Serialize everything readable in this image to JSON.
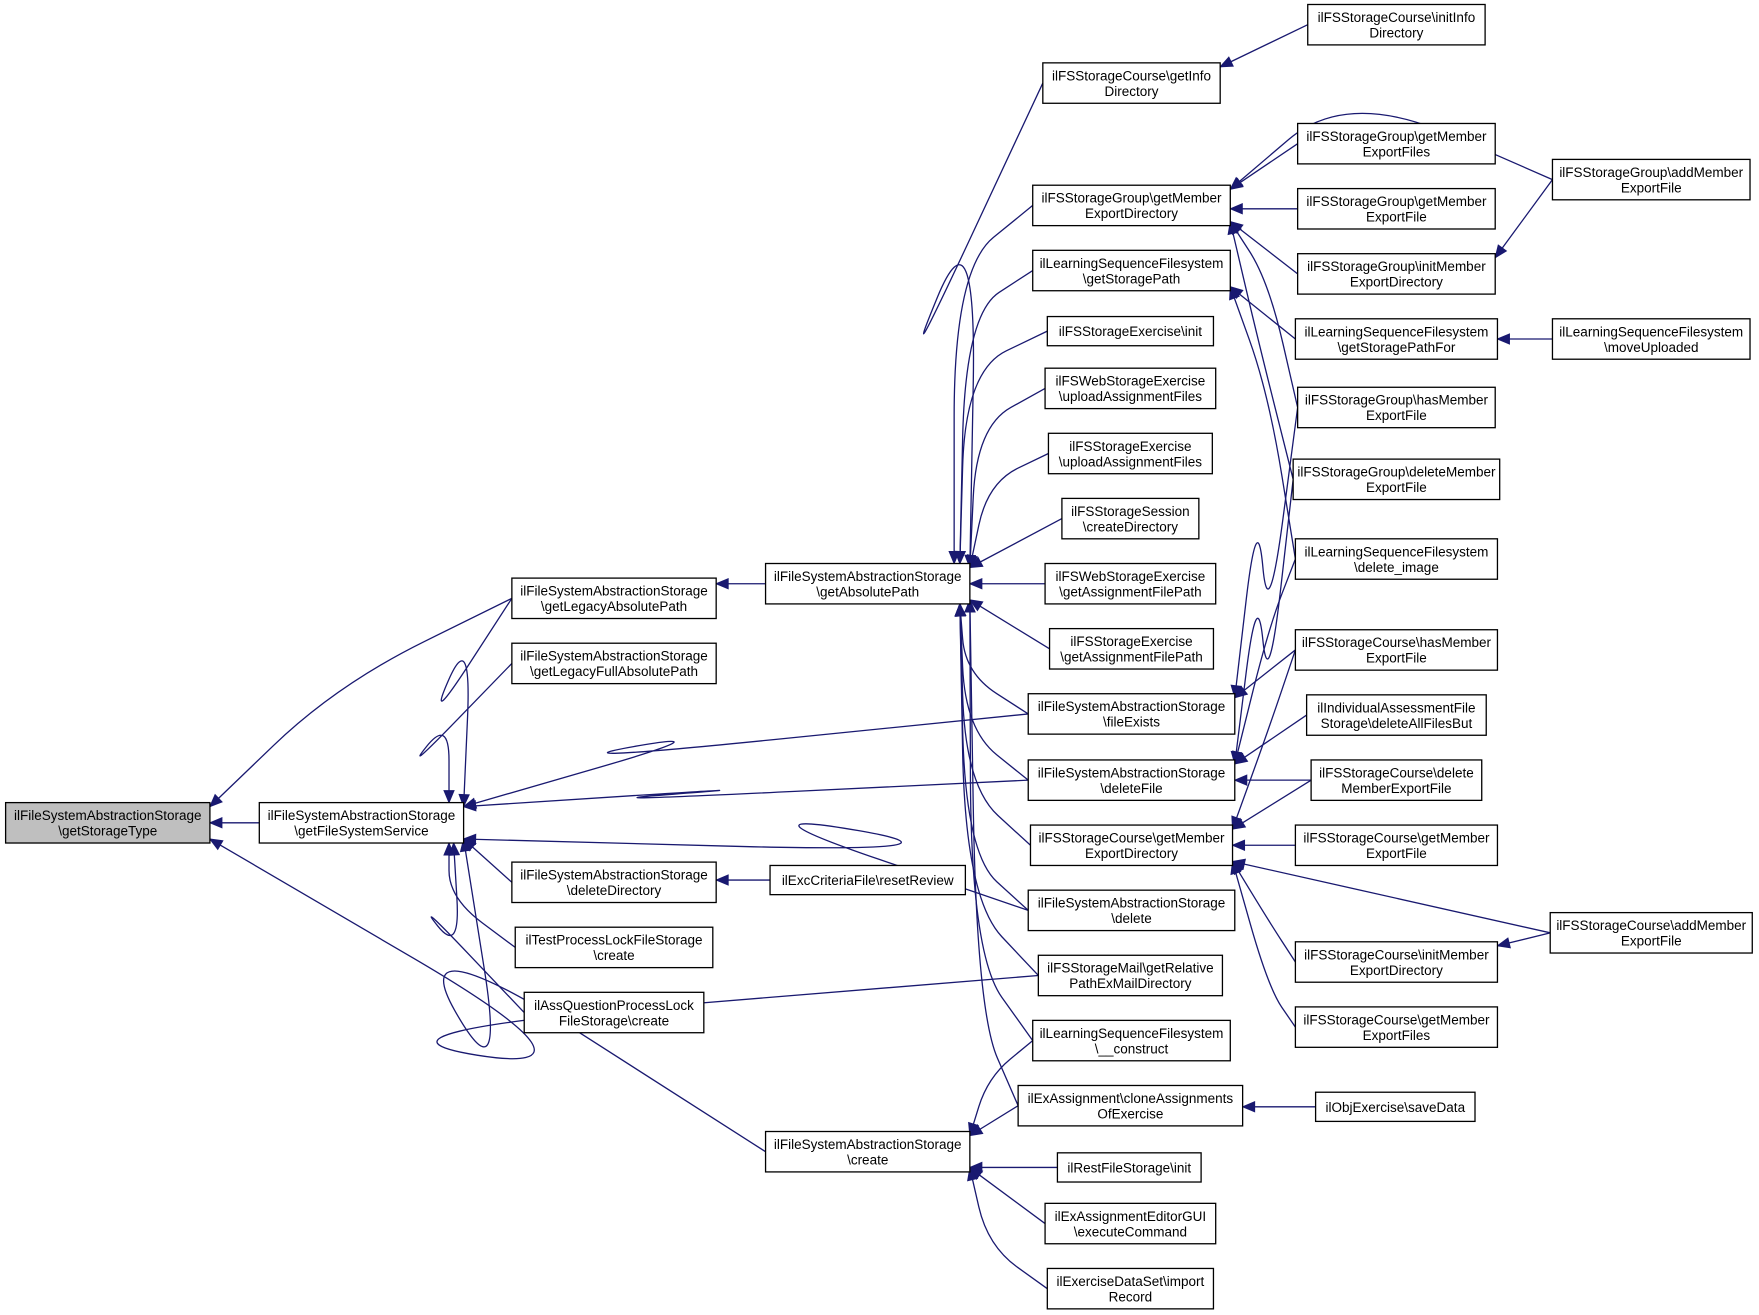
{
  "graph": {
    "edge_color": "#191970",
    "root_fill": "#bfbfbf",
    "node_fill": "#ffffff",
    "nodes": [
      {
        "id": "root",
        "lines": [
          "ilFileSystemAbstractionStorage",
          "\\getStorageType"
        ]
      },
      {
        "id": "gfss",
        "lines": [
          "ilFileSystemAbstractionStorage",
          "\\getFileSystemService"
        ]
      },
      {
        "id": "glap",
        "lines": [
          "ilFileSystemAbstractionStorage",
          "\\getLegacyAbsolutePath"
        ]
      },
      {
        "id": "glfap",
        "lines": [
          "ilFileSystemAbstractionStorage",
          "\\getLegacyFullAbsolutePath"
        ]
      },
      {
        "id": "deldir",
        "lines": [
          "ilFileSystemAbstractionStorage",
          "\\deleteDirectory"
        ]
      },
      {
        "id": "tplock",
        "lines": [
          "ilTestProcessLockFileStorage",
          "\\create"
        ]
      },
      {
        "id": "aqplock",
        "lines": [
          "ilAssQuestionProcessLock",
          "FileStorage\\create"
        ]
      },
      {
        "id": "gap",
        "lines": [
          "ilFileSystemAbstractionStorage",
          "\\getAbsolutePath"
        ]
      },
      {
        "id": "fcreate",
        "lines": [
          "ilFileSystemAbstractionStorage",
          "\\create"
        ]
      },
      {
        "id": "excrit",
        "lines": [
          "ilExcCriteriaFile\\resetReview"
        ]
      },
      {
        "id": "csgid",
        "lines": [
          "ilFSStorageCourse\\getInfo",
          "Directory"
        ]
      },
      {
        "id": "gsgmed",
        "lines": [
          "ilFSStorageGroup\\getMember",
          "ExportDirectory"
        ]
      },
      {
        "id": "lsgsp",
        "lines": [
          "ilLearningSequenceFilesystem",
          "\\getStoragePath"
        ]
      },
      {
        "id": "sexinit",
        "lines": [
          "ilFSStorageExercise\\init"
        ]
      },
      {
        "id": "wseuaf",
        "lines": [
          "ilFSWebStorageExercise",
          "\\uploadAssignmentFiles"
        ]
      },
      {
        "id": "seuaf",
        "lines": [
          "ilFSStorageExercise",
          "\\uploadAssignmentFiles"
        ]
      },
      {
        "id": "sscd",
        "lines": [
          "ilFSStorageSession",
          "\\createDirectory"
        ]
      },
      {
        "id": "wsegafp",
        "lines": [
          "ilFSWebStorageExercise",
          "\\getAssignmentFilePath"
        ]
      },
      {
        "id": "segafp",
        "lines": [
          "ilFSStorageExercise",
          "\\getAssignmentFilePath"
        ]
      },
      {
        "id": "fexists",
        "lines": [
          "ilFileSystemAbstractionStorage",
          "\\fileExists"
        ]
      },
      {
        "id": "delfile",
        "lines": [
          "ilFileSystemAbstractionStorage",
          "\\deleteFile"
        ]
      },
      {
        "id": "csgmed",
        "lines": [
          "ilFSStorageCourse\\getMember",
          "ExportDirectory"
        ]
      },
      {
        "id": "fdelete",
        "lines": [
          "ilFileSystemAbstractionStorage",
          "\\delete"
        ]
      },
      {
        "id": "mailrel",
        "lines": [
          "ilFSStorageMail\\getRelative",
          "PathExMailDirectory"
        ]
      },
      {
        "id": "lscons",
        "lines": [
          "ilLearningSequenceFilesystem",
          "\\__construct"
        ]
      },
      {
        "id": "exclone",
        "lines": [
          "ilExAssignment\\cloneAssignments",
          "OfExercise"
        ]
      },
      {
        "id": "restinit",
        "lines": [
          "ilRestFileStorage\\init"
        ]
      },
      {
        "id": "exedgui",
        "lines": [
          "ilExAssignmentEditorGUI",
          "\\executeCommand"
        ]
      },
      {
        "id": "exdsimp",
        "lines": [
          "ilExerciseDataSet\\import",
          "Record"
        ]
      },
      {
        "id": "cinitinfo",
        "lines": [
          "ilFSStorageCourse\\initInfo",
          "Directory"
        ]
      },
      {
        "id": "ggmef",
        "lines": [
          "ilFSStorageGroup\\getMember",
          "ExportFiles"
        ]
      },
      {
        "id": "ggmef1",
        "lines": [
          "ilFSStorageGroup\\getMember",
          "ExportFile"
        ]
      },
      {
        "id": "ginitmed",
        "lines": [
          "ilFSStorageGroup\\initMember",
          "ExportDirectory"
        ]
      },
      {
        "id": "lsgspf",
        "lines": [
          "ilLearningSequenceFilesystem",
          "\\getStoragePathFor"
        ]
      },
      {
        "id": "ghasmef",
        "lines": [
          "ilFSStorageGroup\\hasMember",
          "ExportFile"
        ]
      },
      {
        "id": "gdelmef",
        "lines": [
          "ilFSStorageGroup\\deleteMember",
          "ExportFile"
        ]
      },
      {
        "id": "lsdelimg",
        "lines": [
          "ilLearningSequenceFilesystem",
          "\\delete_image"
        ]
      },
      {
        "id": "chasmef",
        "lines": [
          "ilFSStorageCourse\\hasMember",
          "ExportFile"
        ]
      },
      {
        "id": "indiv",
        "lines": [
          "ilIndividualAssessmentFile",
          "Storage\\deleteAllFilesBut"
        ]
      },
      {
        "id": "cdelmef",
        "lines": [
          "ilFSStorageCourse\\delete",
          "MemberExportFile"
        ]
      },
      {
        "id": "cgmef",
        "lines": [
          "ilFSStorageCourse\\getMember",
          "ExportFile"
        ]
      },
      {
        "id": "cinitmed",
        "lines": [
          "ilFSStorageCourse\\initMember",
          "ExportDirectory"
        ]
      },
      {
        "id": "cgmefs",
        "lines": [
          "ilFSStorageCourse\\getMember",
          "ExportFiles"
        ]
      },
      {
        "id": "exsave",
        "lines": [
          "ilObjExercise\\saveData"
        ]
      },
      {
        "id": "gaddmef",
        "lines": [
          "ilFSStorageGroup\\addMember",
          "ExportFile"
        ]
      },
      {
        "id": "lsmove",
        "lines": [
          "ilLearningSequenceFilesystem",
          "\\moveUploaded"
        ]
      },
      {
        "id": "caddmef",
        "lines": [
          "ilFSStorageCourse\\addMember",
          "ExportFile"
        ]
      }
    ]
  }
}
